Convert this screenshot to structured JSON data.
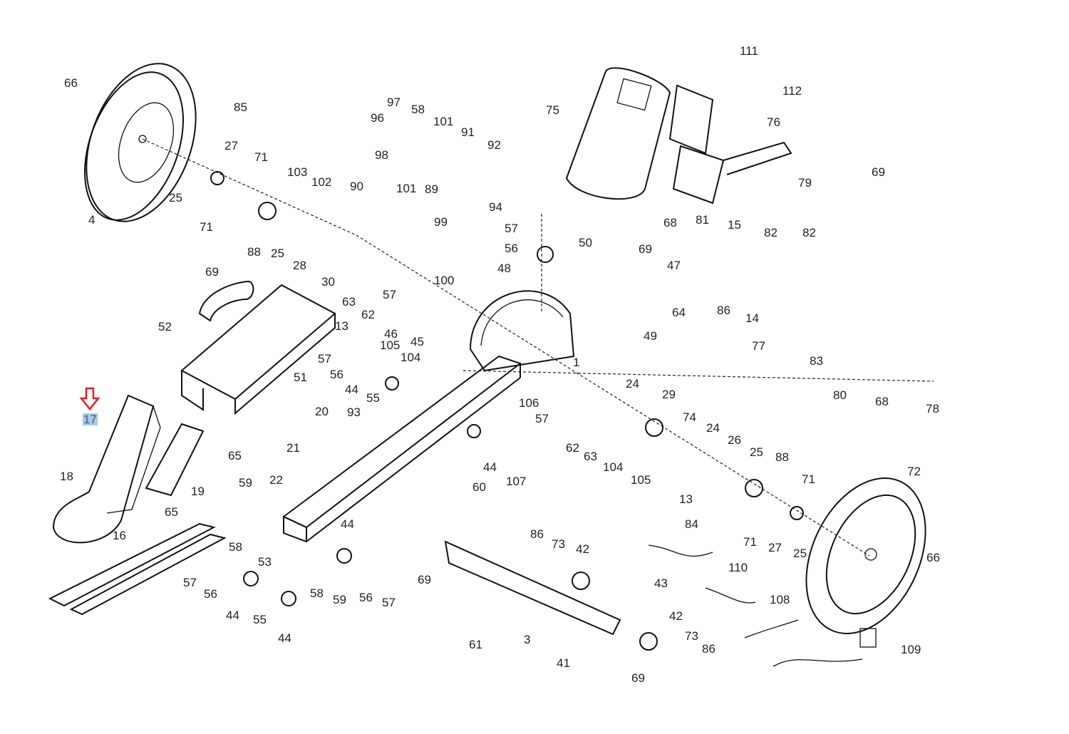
{
  "diagram": {
    "title": "Exploded parts diagram (rower)",
    "highlight": {
      "part": "17",
      "marker": "red-down-arrow",
      "marker_color": "#e02020",
      "highlight_color": "#a8c8e8"
    },
    "labels": [
      {
        "id": "l66a",
        "text": "66"
      },
      {
        "id": "l85",
        "text": "85"
      },
      {
        "id": "l27a",
        "text": "27"
      },
      {
        "id": "l71a",
        "text": "71"
      },
      {
        "id": "l25a",
        "text": "25"
      },
      {
        "id": "l4",
        "text": "4"
      },
      {
        "id": "l71b",
        "text": "71"
      },
      {
        "id": "l88a",
        "text": "88"
      },
      {
        "id": "l25b",
        "text": "25"
      },
      {
        "id": "l28",
        "text": "28"
      },
      {
        "id": "l103",
        "text": "103"
      },
      {
        "id": "l102",
        "text": "102"
      },
      {
        "id": "l90",
        "text": "90"
      },
      {
        "id": "l30",
        "text": "30"
      },
      {
        "id": "l97",
        "text": "97"
      },
      {
        "id": "l58a",
        "text": "58"
      },
      {
        "id": "l96",
        "text": "96"
      },
      {
        "id": "l101a",
        "text": "101"
      },
      {
        "id": "l91",
        "text": "91"
      },
      {
        "id": "l98",
        "text": "98"
      },
      {
        "id": "l92",
        "text": "92"
      },
      {
        "id": "l101b",
        "text": "101"
      },
      {
        "id": "l89",
        "text": "89"
      },
      {
        "id": "l94",
        "text": "94"
      },
      {
        "id": "l99",
        "text": "99"
      },
      {
        "id": "l100",
        "text": "100"
      },
      {
        "id": "l111",
        "text": "111"
      },
      {
        "id": "l112",
        "text": "112"
      },
      {
        "id": "l75",
        "text": "75"
      },
      {
        "id": "l76",
        "text": "76"
      },
      {
        "id": "l69a",
        "text": "69"
      },
      {
        "id": "l79",
        "text": "79"
      },
      {
        "id": "l57a",
        "text": "57"
      },
      {
        "id": "l56a",
        "text": "56"
      },
      {
        "id": "l48",
        "text": "48"
      },
      {
        "id": "l50",
        "text": "50"
      },
      {
        "id": "l69b",
        "text": "69"
      },
      {
        "id": "l47",
        "text": "47"
      },
      {
        "id": "l68a",
        "text": "68"
      },
      {
        "id": "l81",
        "text": "81"
      },
      {
        "id": "l15",
        "text": "15"
      },
      {
        "id": "l82a",
        "text": "82"
      },
      {
        "id": "l82b",
        "text": "82"
      },
      {
        "id": "l86a",
        "text": "86"
      },
      {
        "id": "l14",
        "text": "14"
      },
      {
        "id": "l77",
        "text": "77"
      },
      {
        "id": "l64",
        "text": "64"
      },
      {
        "id": "l49",
        "text": "49"
      },
      {
        "id": "l83",
        "text": "83"
      },
      {
        "id": "l80",
        "text": "80"
      },
      {
        "id": "l68b",
        "text": "68"
      },
      {
        "id": "l78",
        "text": "78"
      },
      {
        "id": "l69c",
        "text": "69"
      },
      {
        "id": "l52",
        "text": "52"
      },
      {
        "id": "l51",
        "text": "51"
      },
      {
        "id": "l63a",
        "text": "63"
      },
      {
        "id": "l62a",
        "text": "62"
      },
      {
        "id": "l57b",
        "text": "57"
      },
      {
        "id": "l46",
        "text": "46"
      },
      {
        "id": "l13a",
        "text": "13"
      },
      {
        "id": "l45",
        "text": "45"
      },
      {
        "id": "l105a",
        "text": "105"
      },
      {
        "id": "l104a",
        "text": "104"
      },
      {
        "id": "l57c",
        "text": "57"
      },
      {
        "id": "l56b",
        "text": "56"
      },
      {
        "id": "l44a",
        "text": "44"
      },
      {
        "id": "l55a",
        "text": "55"
      },
      {
        "id": "l93",
        "text": "93"
      },
      {
        "id": "l1",
        "text": "1"
      },
      {
        "id": "l17",
        "text": "17"
      },
      {
        "id": "l18",
        "text": "18"
      },
      {
        "id": "l19",
        "text": "19"
      },
      {
        "id": "l65a",
        "text": "65"
      },
      {
        "id": "l65b",
        "text": "65"
      },
      {
        "id": "l16",
        "text": "16"
      },
      {
        "id": "l20",
        "text": "20"
      },
      {
        "id": "l21",
        "text": "21"
      },
      {
        "id": "l22",
        "text": "22"
      },
      {
        "id": "l59a",
        "text": "59"
      },
      {
        "id": "l58b",
        "text": "58"
      },
      {
        "id": "l53",
        "text": "53"
      },
      {
        "id": "l57d",
        "text": "57"
      },
      {
        "id": "l56c",
        "text": "56"
      },
      {
        "id": "l44b",
        "text": "44"
      },
      {
        "id": "l55b",
        "text": "55"
      },
      {
        "id": "l44c",
        "text": "44"
      },
      {
        "id": "l44d",
        "text": "44"
      },
      {
        "id": "l58c",
        "text": "58"
      },
      {
        "id": "l59b",
        "text": "59"
      },
      {
        "id": "l56d",
        "text": "56"
      },
      {
        "id": "l57e",
        "text": "57"
      },
      {
        "id": "l69d",
        "text": "69"
      },
      {
        "id": "l106",
        "text": "106"
      },
      {
        "id": "l57f",
        "text": "57"
      },
      {
        "id": "l44e",
        "text": "44"
      },
      {
        "id": "l60",
        "text": "60"
      },
      {
        "id": "l107",
        "text": "107"
      },
      {
        "id": "l62b",
        "text": "62"
      },
      {
        "id": "l63b",
        "text": "63"
      },
      {
        "id": "l104b",
        "text": "104"
      },
      {
        "id": "l105b",
        "text": "105"
      },
      {
        "id": "l24a",
        "text": "24"
      },
      {
        "id": "l29",
        "text": "29"
      },
      {
        "id": "l74",
        "text": "74"
      },
      {
        "id": "l24b",
        "text": "24"
      },
      {
        "id": "l26",
        "text": "26"
      },
      {
        "id": "l25c",
        "text": "25"
      },
      {
        "id": "l88b",
        "text": "88"
      },
      {
        "id": "l13b",
        "text": "13"
      },
      {
        "id": "l71c",
        "text": "71"
      },
      {
        "id": "l71d",
        "text": "71"
      },
      {
        "id": "l27b",
        "text": "27"
      },
      {
        "id": "l25d",
        "text": "25"
      },
      {
        "id": "l72",
        "text": "72"
      },
      {
        "id": "l66b",
        "text": "66"
      },
      {
        "id": "l84",
        "text": "84"
      },
      {
        "id": "l110",
        "text": "110"
      },
      {
        "id": "l108",
        "text": "108"
      },
      {
        "id": "l109",
        "text": "109"
      },
      {
        "id": "l86b",
        "text": "86"
      },
      {
        "id": "l73a",
        "text": "73"
      },
      {
        "id": "l42a",
        "text": "42"
      },
      {
        "id": "l43",
        "text": "43"
      },
      {
        "id": "l42b",
        "text": "42"
      },
      {
        "id": "l73b",
        "text": "73"
      },
      {
        "id": "l86c",
        "text": "86"
      },
      {
        "id": "l41",
        "text": "41"
      },
      {
        "id": "l69e",
        "text": "69"
      },
      {
        "id": "l3",
        "text": "3"
      },
      {
        "id": "l61",
        "text": "61"
      }
    ]
  }
}
